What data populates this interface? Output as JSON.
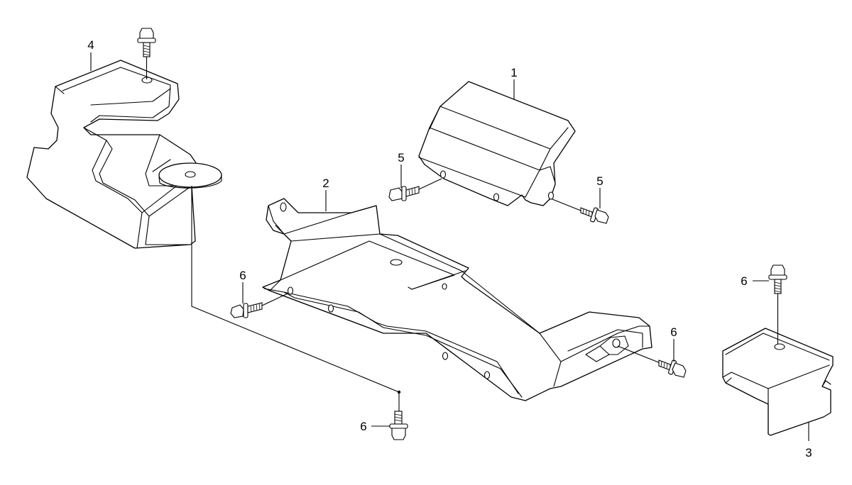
{
  "colors": {
    "line": "#000000",
    "background": "#ffffff"
  },
  "callouts": {
    "c1": "1",
    "c2": "2",
    "c3": "3",
    "c4": "4",
    "c5a": "5",
    "c5b": "5",
    "c6a": "6",
    "c6b": "6",
    "c6c": "6",
    "c6d": "6"
  }
}
